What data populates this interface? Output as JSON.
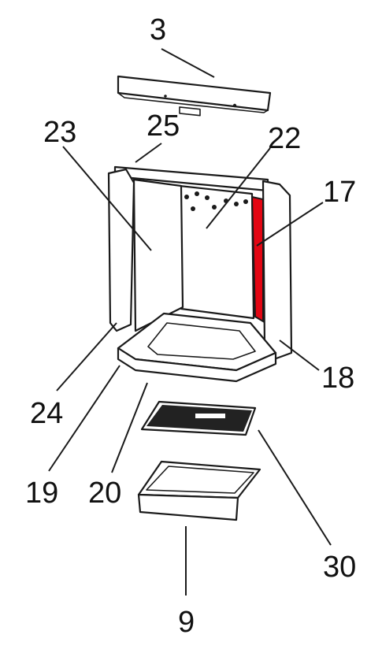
{
  "colors": {
    "line": "#1a1a1a",
    "highlight": "#e30613",
    "background": "#ffffff"
  },
  "callouts": {
    "p3": "3",
    "p25": "25",
    "p23": "23",
    "p22": "22",
    "p17": "17",
    "p18": "18",
    "p24": "24",
    "p19": "19",
    "p20": "20",
    "p30": "30",
    "p9": "9"
  },
  "highlighted_part": "17"
}
